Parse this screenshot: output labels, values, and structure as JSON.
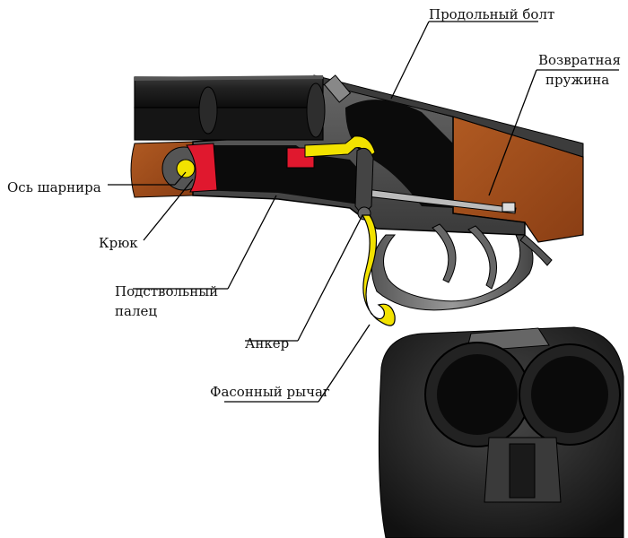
{
  "labels": {
    "longitudinal_bolt": "Продольный болт",
    "return_spring_line1": "Возвратная",
    "return_spring_line2": "пружина",
    "hinge_axis": "Ось шарнира",
    "hook": "Крюк",
    "lug_line1": "Подствольный",
    "lug_line2": "палец",
    "anchor": "Анкер",
    "shaped_lever": "Фасонный рычаг"
  },
  "colors": {
    "barrel": "#1c1c1c",
    "receiver": "#4a4a4a",
    "wood": "#9a4a1a",
    "hook_red": "#e0182e",
    "yellow": "#f2e200",
    "outline": "#000000"
  }
}
